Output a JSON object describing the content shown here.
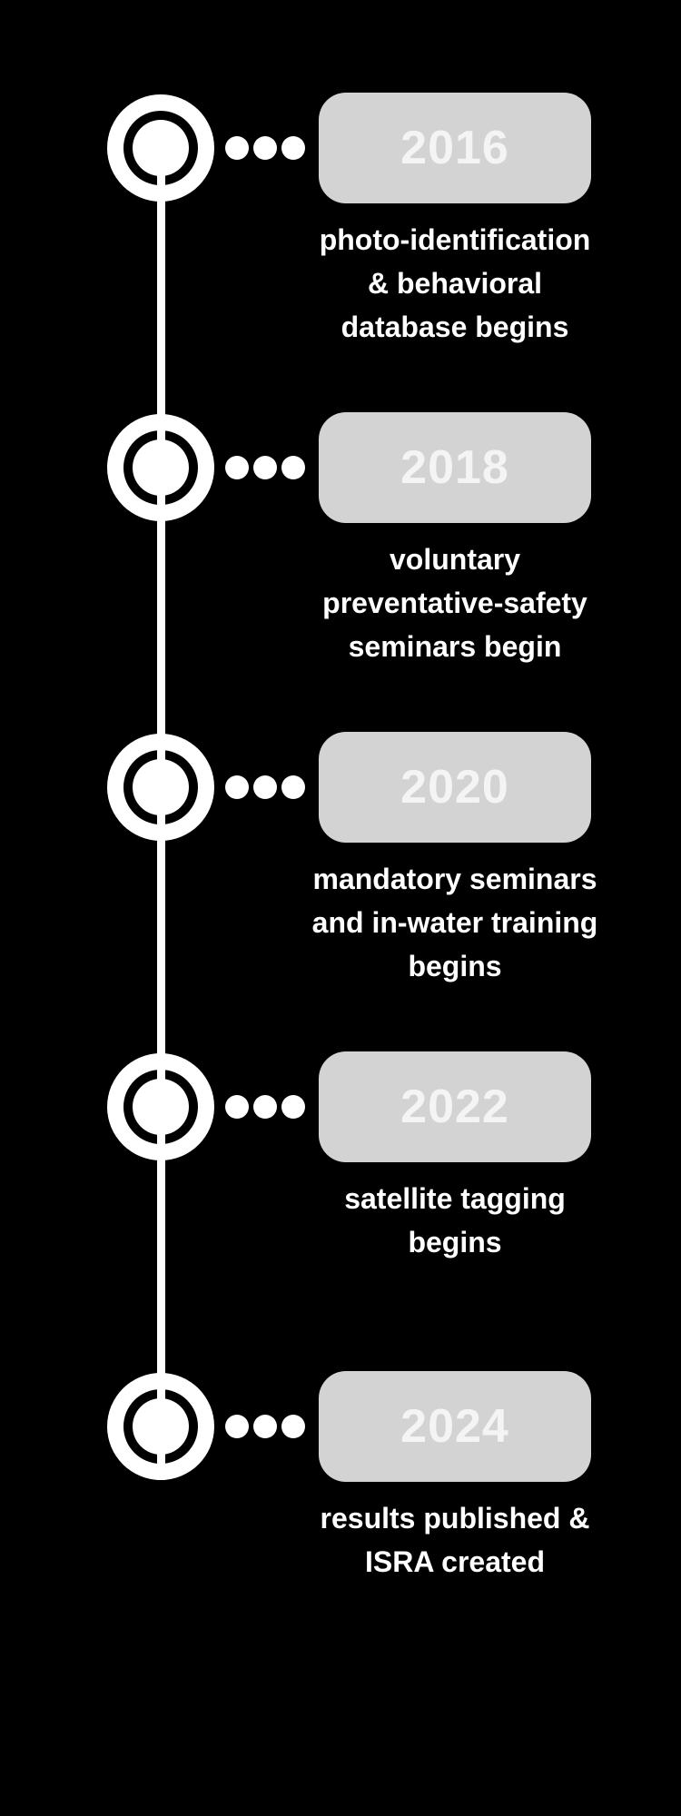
{
  "colors": {
    "background": "#000000",
    "marker_white": "#ffffff",
    "box_gray": "#d3d3d3",
    "year_text": "#f4f4f4",
    "description_text": "#ffffff"
  },
  "timeline": {
    "items": [
      {
        "year": "2016",
        "description": "photo-identification\n& behavioral\ndatabase begins"
      },
      {
        "year": "2018",
        "description": "voluntary\npreventative-safety\nseminars begin"
      },
      {
        "year": "2020",
        "description": "mandatory seminars\nand in-water training\nbegins"
      },
      {
        "year": "2022",
        "description": "satellite tagging\nbegins"
      },
      {
        "year": "2024",
        "description": "results published &\nISRA created"
      }
    ]
  }
}
